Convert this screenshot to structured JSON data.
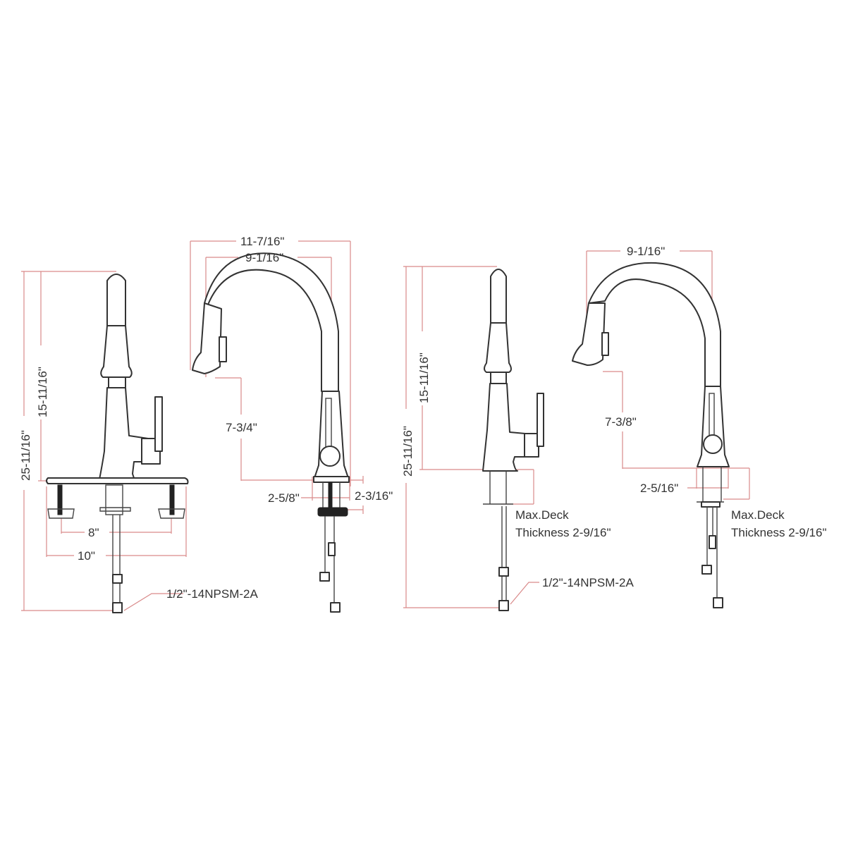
{
  "diagram": {
    "title": "Kitchen faucet dimension drawing",
    "colors": {
      "dimension_line": "#d98a8a",
      "outline": "#333333",
      "text": "#333333",
      "background": "#ffffff"
    },
    "views": [
      {
        "id": "front-with-deckplate",
        "labels": {
          "overall_height": "25-11/16\"",
          "spout_height": "15-11/16\"",
          "hole_spacing": "8\"",
          "deckplate_width": "10\"",
          "connector": "1/2\"-14NPSM-2A"
        }
      },
      {
        "id": "side-with-deckplate",
        "labels": {
          "reach_overall": "11-7/16\"",
          "reach_spout": "9-1/16\"",
          "spout_clearance": "7-3/4\"",
          "base_diameter": "2-5/8\"",
          "deck_offset": "2-3/16\""
        }
      },
      {
        "id": "front-no-deckplate",
        "labels": {
          "overall_height": "25-11/16\"",
          "spout_height": "15-11/16\"",
          "max_deck_line1": "Max.Deck",
          "max_deck_line2": "Thickness 2-9/16\"",
          "connector": "1/2\"-14NPSM-2A"
        }
      },
      {
        "id": "side-no-deckplate",
        "labels": {
          "reach_spout": "9-1/16\"",
          "spout_clearance": "7-3/8\"",
          "base_diameter": "2-5/16\"",
          "max_deck_line1": "Max.Deck",
          "max_deck_line2": "Thickness 2-9/16\""
        }
      }
    ]
  }
}
